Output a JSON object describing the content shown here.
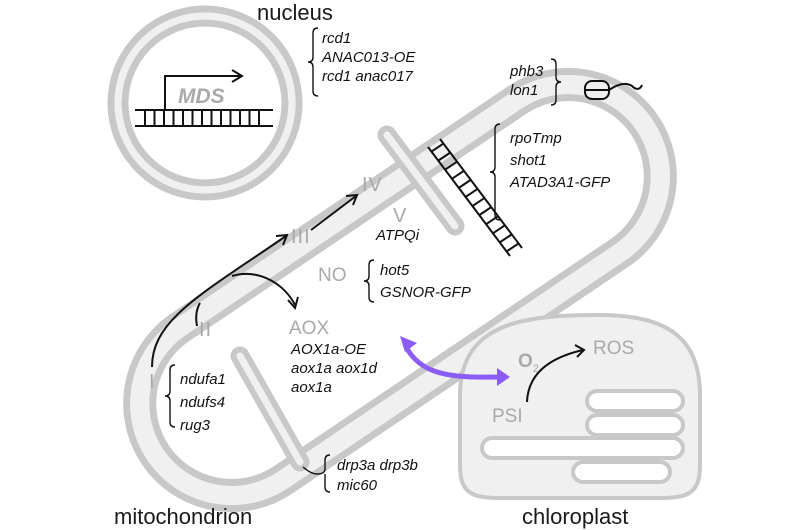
{
  "diagram": {
    "compartments": {
      "nucleus": "nucleus",
      "mitochondrion": "mitochondrion",
      "chloroplast": "chloroplast"
    },
    "nucleus_gene_label": "MDS",
    "nucleus_genes": [
      "rcd1",
      "ANAC013-OE",
      "rcd1 anac017"
    ],
    "protease_genes": [
      "phb3",
      "lon1"
    ],
    "dna_genes": [
      "rpoTmp",
      "shot1",
      "ATAD3A1-GFP"
    ],
    "complexes": {
      "I": "I",
      "II": "II",
      "III": "III",
      "IV": "IV",
      "V": "V"
    },
    "complex_V_genes": [
      "ATPQi"
    ],
    "complex_I_genes": [
      "ndufa1",
      "ndufs4",
      "rug3"
    ],
    "no_label": "NO",
    "no_genes": [
      "hot5",
      "GSNOR-GFP"
    ],
    "aox_label": "AOX",
    "aox_genes": [
      "AOX1a-OE",
      "aox1a aox1d",
      "aox1a"
    ],
    "division_genes": [
      "drp3a drp3b",
      "mic60"
    ],
    "chloroplast_labels": {
      "o2": "O",
      "o2_sub": "2",
      "ros": "ROS",
      "psi": "PSI"
    },
    "colors": {
      "membrane": "#c8c8c8",
      "chloroplast_fill": "#f0f0f0",
      "label_gray": "#a9a9a9",
      "arrow_purple": "#8b5cf6",
      "ink": "#111111"
    }
  }
}
